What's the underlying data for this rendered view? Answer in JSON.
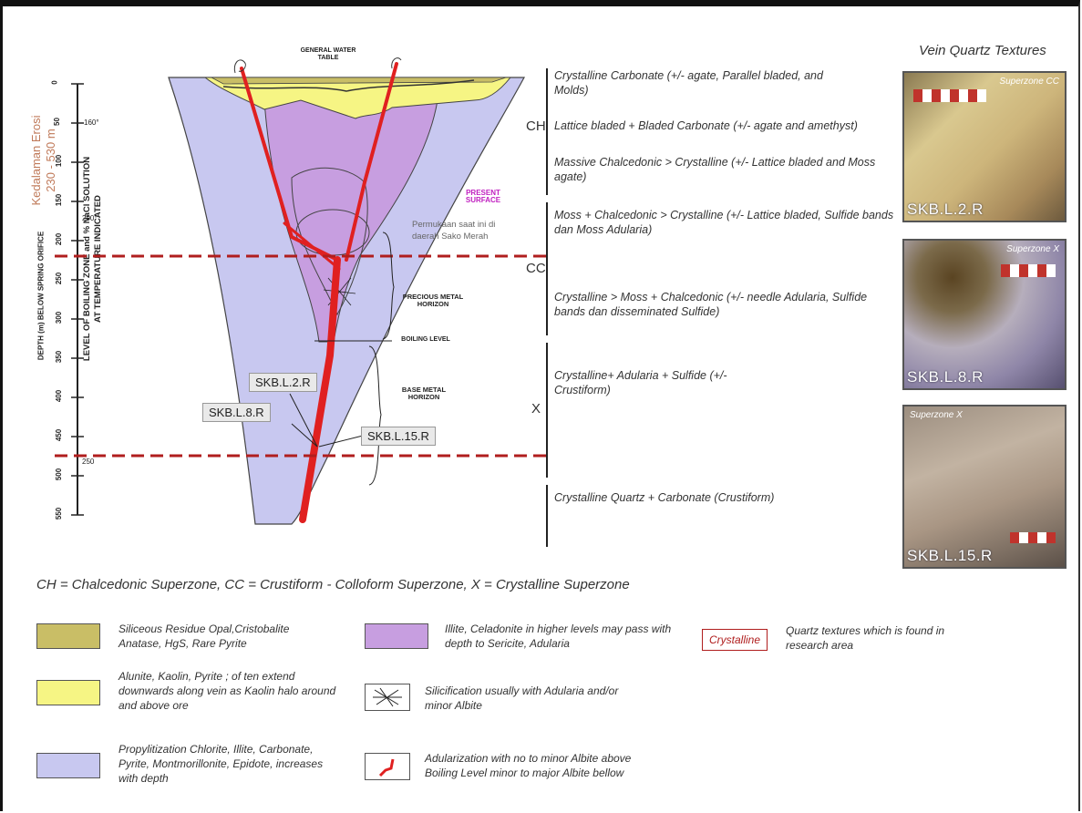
{
  "colors": {
    "propylitic": "#c8c8f0",
    "illite": "#c79ee0",
    "alunite": "#f6f584",
    "siliceous": "#c9be66",
    "vein_red": "#e02020",
    "dash_red": "#b01e1e"
  },
  "title_textures": "Vein Quartz Textures",
  "erosion_label": "Kedalaman Erosi\n230 - 530 m",
  "axis": {
    "depth_label": "DEPTH (m) BELOW SPRING ORIFICE",
    "boiling_label_1": "LEVEL OF BOILING ZONE and % NaCl SOLUTION",
    "boiling_label_2": "AT TEMPERATURE INDICATED",
    "ticks": [
      "0",
      "50",
      "100",
      "150",
      "200",
      "250",
      "300",
      "350",
      "400",
      "450",
      "500",
      "550"
    ],
    "temp_1": "160°",
    "temp_2": "200°",
    "temp_3": "250"
  },
  "diagram": {
    "water_table": "GENERAL WATER TABLE",
    "present_surface": "PRESENT SURFACE",
    "present_surface_note": "Permukaan saat ini di daerah Sako Merah",
    "precious_metal": "PRECIOUS METAL HORIZON",
    "base_metal": "BASE METAL HORIZON",
    "boiling_level": "BOILING LEVEL",
    "samples": [
      "SKB.L.2.R",
      "SKB.L.8.R",
      "SKB.L.15.R"
    ]
  },
  "zones": {
    "ch": "CH",
    "cc": "CC",
    "x": "X"
  },
  "descriptions": [
    "Crystalline Carbonate (+/- agate, Parallel bladed, and Molds)",
    "Lattice bladed + Bladed Carbonate (+/- agate and amethyst)",
    "Massive Chalcedonic > Crystalline (+/- Lattice bladed and Moss agate)",
    "Moss + Chalcedonic > Crystalline (+/- Lattice bladed, Sulfide bands dan Moss Adularia)",
    "Crystalline > Moss + Chalcedonic (+/- needle Adularia, Sulfide bands dan disseminated Sulfide)",
    "Crystalline+ Adularia + Sulfide (+/- Crustiform)",
    "Crystalline Quartz + Carbonate (Crustiform)"
  ],
  "photos": [
    {
      "label": "SKB.L.2.R",
      "superzone": "Superzone CC"
    },
    {
      "label": "SKB.L.8.R",
      "superzone": "Superzone X"
    },
    {
      "label": "SKB.L.15.R",
      "superzone": "Superzone X"
    }
  ],
  "abbreviations": "CH = Chalcedonic Superzone, CC = Crustiform - Colloform Superzone, X = Crystalline Superzone",
  "legend": {
    "siliceous": "Siliceous Residue Opal,Cristobalite Anatase, HgS, Rare Pyrite",
    "alunite": "Alunite, Kaolin, Pyrite ; of ten extend downwards along vein as Kaolin halo around and above ore",
    "propylitic": "Propylitization Chlorite, Illite, Carbonate, Pyrite, Montmorillonite, Epidote, increases with depth",
    "illite": "Illite, Celadonite in higher levels may pass with depth to Sericite, Adularia",
    "silicification": "Silicification usually with Adularia and/or minor Albite",
    "adularization": "Adularization with no to minor Albite above Boiling Level minor to major Albite bellow",
    "crystalline_box": "Crystalline",
    "crystalline_note": "Quartz textures which is found in research area"
  }
}
